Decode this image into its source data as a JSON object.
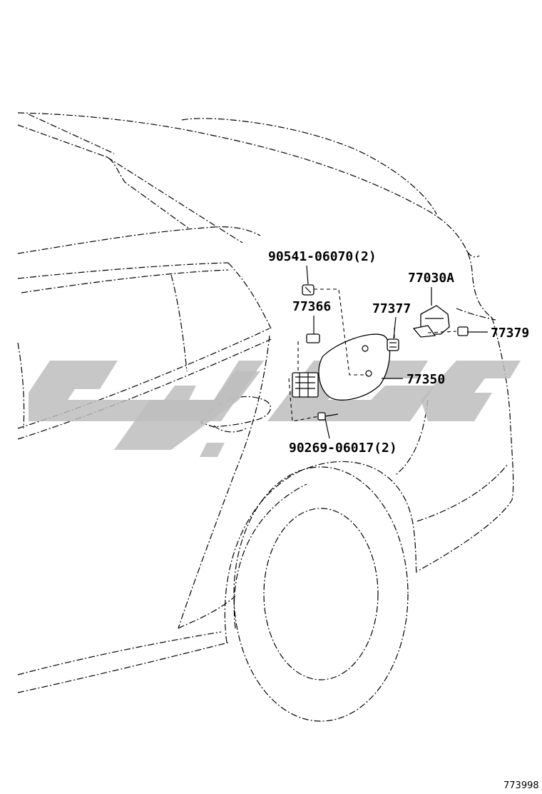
{
  "diagram": {
    "parts": [
      {
        "id": "bolt-upper",
        "label": "90541-06070(2)"
      },
      {
        "id": "hinge",
        "label": "77366"
      },
      {
        "id": "spring",
        "label": "77377"
      },
      {
        "id": "opener-lock",
        "label": "77030A"
      },
      {
        "id": "clip",
        "label": "77379"
      },
      {
        "id": "fuel-lid",
        "label": "77350"
      },
      {
        "id": "screw-lower",
        "label": "90269-06017(2)"
      }
    ],
    "figure_number": "773998",
    "watermark": "logo (Arabic script, decorative)"
  }
}
